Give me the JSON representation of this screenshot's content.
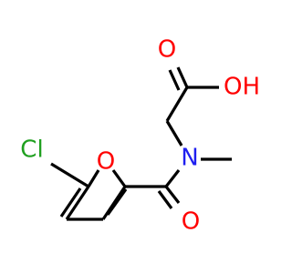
{
  "structure": {
    "atoms": [
      {
        "id": "Cl",
        "label": "Cl",
        "color": "#20a020"
      },
      {
        "id": "O_ring",
        "label": "O",
        "color": "#ff0000"
      },
      {
        "id": "N",
        "label": "N",
        "color": "#1f1ff0"
      },
      {
        "id": "O_carbonyl",
        "label": "O",
        "color": "#ff0000"
      },
      {
        "id": "O_acid_carbonyl",
        "label": "O",
        "color": "#ff0000"
      },
      {
        "id": "OH",
        "label": "OH",
        "color": "#ff0000"
      }
    ]
  }
}
